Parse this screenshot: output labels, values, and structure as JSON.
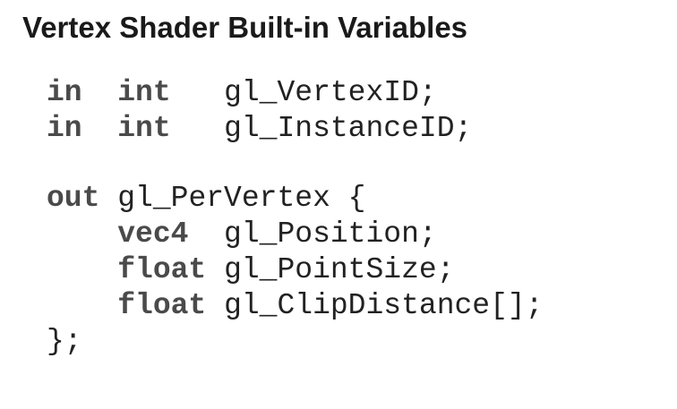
{
  "title": "Vertex Shader Built-in Variables",
  "code": {
    "line1": {
      "qualifier": "in",
      "type": "int",
      "rest": "gl_VertexID;"
    },
    "line2": {
      "qualifier": "in",
      "type": "int",
      "rest": "gl_InstanceID;"
    },
    "block": {
      "qualifier": "out",
      "name": "gl_PerVertex {"
    },
    "member1": {
      "type": "vec4",
      "rest": "gl_Position;"
    },
    "member2": {
      "type": "float",
      "rest": "gl_PointSize;"
    },
    "member3": {
      "type": "float",
      "rest": "gl_ClipDistance[];"
    },
    "close": "};"
  }
}
